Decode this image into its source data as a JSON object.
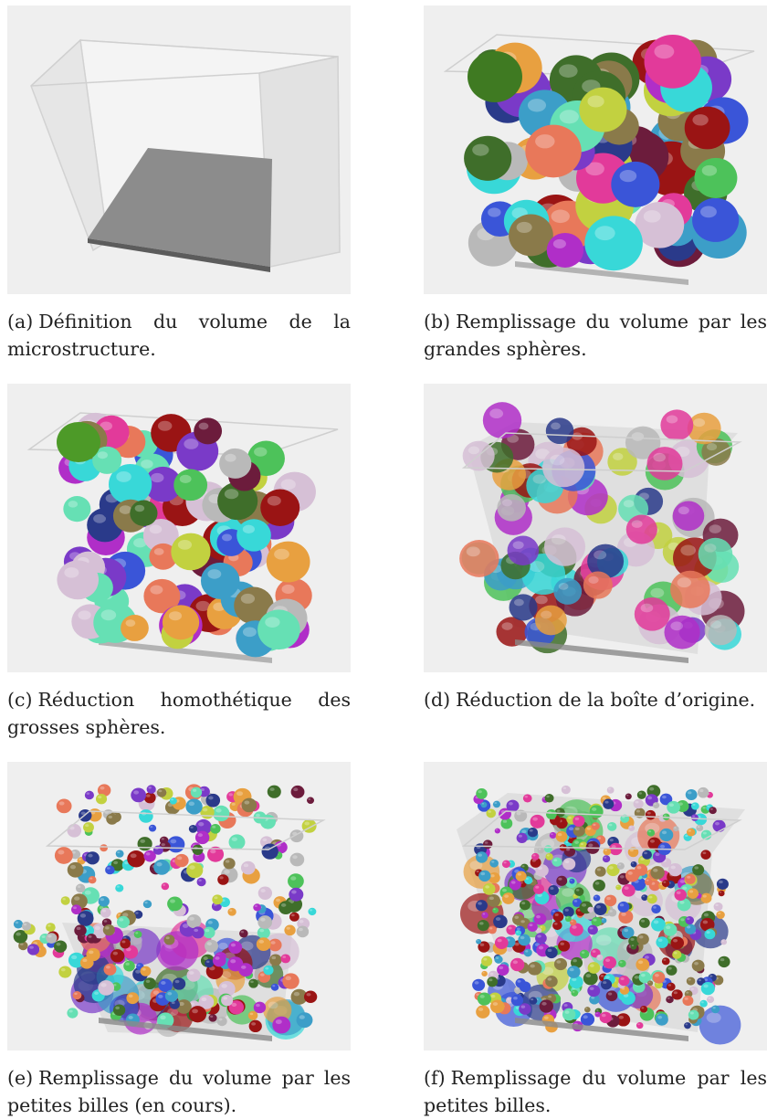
{
  "figures": [
    {
      "label": "(a)",
      "caption": "Définition du volume de la microstructure."
    },
    {
      "label": "(b)",
      "caption": "Remplissage du volume par les grandes sphères."
    },
    {
      "label": "(c)",
      "caption": "Réduction homothétique des grosses sphères."
    },
    {
      "label": "(d)",
      "caption": "Réduction de la boîte d’origine."
    },
    {
      "label": "(e)",
      "caption": "Remplissage du volume par les petites billes (en cours)."
    },
    {
      "label": "(f)",
      "caption": "Remplissage du volume par les petites billes."
    }
  ],
  "colors": {
    "render_background": "#efefef",
    "box_floor": "#8a8a8a",
    "box_walls": "#cfcfcf",
    "sphere_palette": [
      "#e23a9a",
      "#3a55d8",
      "#4dc25a",
      "#c2d140",
      "#3c9ec8",
      "#6c1c3c",
      "#9a1414",
      "#e8785a",
      "#d6c0d6",
      "#66e0b4",
      "#3f6e2a",
      "#8a7a4a",
      "#b02ec8",
      "#2a3a8a",
      "#b9b9b9",
      "#38d8d8",
      "#e8a040",
      "#7a3ac8"
    ]
  }
}
